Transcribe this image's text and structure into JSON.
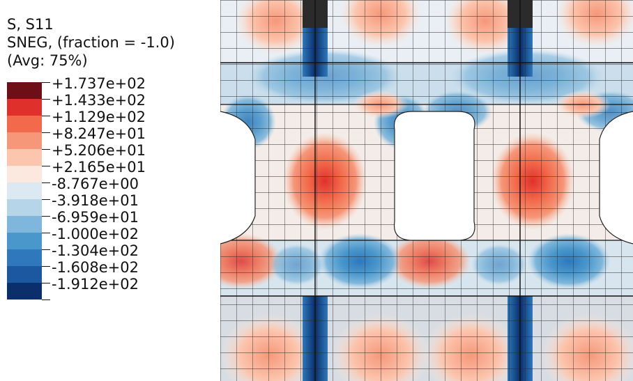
{
  "legend": {
    "title": "S, S11",
    "section": "SNEG, (fraction = -1.0)",
    "averaging": "(Avg: 75%)",
    "entries": [
      {
        "value": "+1.737e+02",
        "color": "#6e0f17"
      },
      {
        "value": "+1.433e+02",
        "color": "#e0302c"
      },
      {
        "value": "+1.129e+02",
        "color": "#f26a4b"
      },
      {
        "value": "+8.247e+01",
        "color": "#f6977a"
      },
      {
        "value": "+5.206e+01",
        "color": "#fcc5ad"
      },
      {
        "value": "+2.165e+01",
        "color": "#fbe8df"
      },
      {
        "value": "-8.767e+00",
        "color": "#dde9f2"
      },
      {
        "value": "-3.918e+01",
        "color": "#b7d5e8"
      },
      {
        "value": "-6.959e+01",
        "color": "#7fb7dc"
      },
      {
        "value": "-1.000e+02",
        "color": "#4a97cc"
      },
      {
        "value": "-1.304e+02",
        "color": "#2e78bb"
      },
      {
        "value": "-1.608e+02",
        "color": "#1c58a0"
      },
      {
        "value": "-1.912e+02",
        "color": "#0a2f6b"
      }
    ]
  },
  "viewport": {
    "description_colors": {
      "mesh_line": "#222222",
      "hole": "#ffffff"
    }
  }
}
